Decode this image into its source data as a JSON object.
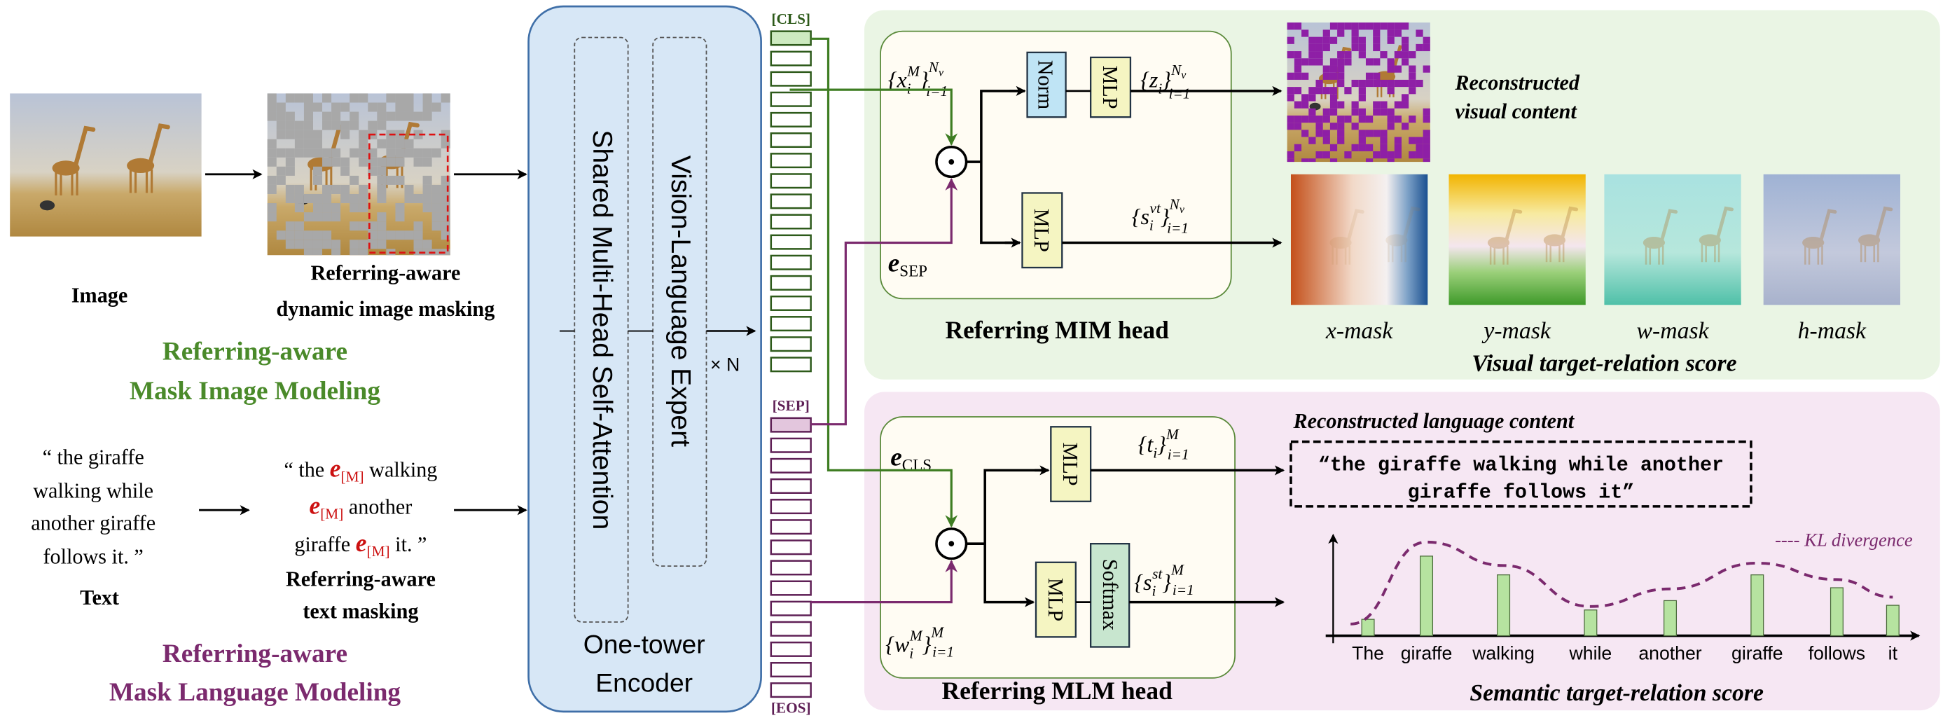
{
  "left": {
    "image_label": "Image",
    "masked_image_label": [
      "Referring-aware",
      "dynamic image masking"
    ],
    "mim_title": [
      "Referring-aware",
      "Mask Image Modeling"
    ],
    "text_lines": [
      "“ the giraffe",
      "walking while",
      "another giraffe",
      "follows it. ”"
    ],
    "text_label": "Text",
    "masked_text": {
      "l1a": "“ the ",
      "l1b": " walking",
      "l2b": " another",
      "l3a": "giraffe ",
      "l3b": " it. ”",
      "token": "e",
      "token_sub": "[M]"
    },
    "masked_text_label": [
      "Referring-aware",
      "text masking"
    ],
    "mlm_title": [
      "Referring-aware",
      "Mask Language Modeling"
    ]
  },
  "encoder": {
    "attention": "Shared Multi-Head Self-Attention",
    "expert": "Vision-Language Expert",
    "repeat": "× N",
    "title": [
      "One-tower",
      "Encoder"
    ]
  },
  "tokens": {
    "cls": "[CLS]",
    "sep": "[SEP]",
    "eos": "[EOS]"
  },
  "mim_head": {
    "title": "Referring MIM head",
    "norm": "Norm",
    "mlp": "MLP",
    "x_in": {
      "var": "x",
      "sub": "i",
      "sup": "M",
      "upper": "N",
      "upper_sub": "v",
      "lower": "i=1"
    },
    "z_out": {
      "var": "z",
      "sub": "i",
      "upper": "N",
      "upper_sub": "v",
      "lower": "i=1"
    },
    "s_out": {
      "var": "s",
      "sub": "i",
      "sup": "vt",
      "upper": "N",
      "upper_sub": "v",
      "lower": "i=1"
    },
    "e_sep": {
      "var": "e",
      "sub": "SEP"
    },
    "odot": "⊙"
  },
  "visual": {
    "reconstructed": [
      "Reconstructed",
      "visual content"
    ],
    "masks": [
      "x-mask",
      "y-mask",
      "w-mask",
      "h-mask"
    ],
    "score_title": "Visual target-relation score"
  },
  "mlm_head": {
    "title": "Referring MLM head",
    "mlp": "MLP",
    "softmax": "Softmax",
    "e_cls": {
      "var": "e",
      "sub": "CLS"
    },
    "t_out": {
      "var": "t",
      "sub": "i",
      "upper": "M",
      "lower": "i=1"
    },
    "s_out": {
      "var": "s",
      "sub": "i",
      "sup": "st",
      "upper": "M",
      "lower": "i=1"
    },
    "w_in": {
      "var": "w",
      "sub": "i",
      "sup": "M",
      "upper": "M",
      "lower": "i=1"
    },
    "odot": "⊙"
  },
  "language": {
    "reconstructed_title": "Reconstructed language content",
    "sentence": [
      "“the giraffe walking while another",
      "giraffe follows it”"
    ]
  },
  "chart_data": {
    "type": "bar",
    "title": "Semantic target-relation score",
    "categories": [
      "The",
      "giraffe",
      "walking",
      "while",
      "another",
      "giraffe",
      "follows",
      "it"
    ],
    "values": [
      14,
      68,
      52,
      22,
      30,
      52,
      41,
      26
    ],
    "ylim": [
      0,
      85
    ],
    "legend": "---- KL divergence",
    "legend_placement": "top-right",
    "curve": [
      10,
      80,
      60,
      25,
      40,
      62,
      48,
      33
    ],
    "bar_color": "#b6e3a0",
    "curve_color": "#7b2a6e"
  },
  "colors": {
    "green": "#4a8a2a",
    "purple": "#7b2a6e",
    "encoder": "#d7e7f6",
    "mim_panel": "#eaf5e4",
    "mlm_panel": "#f6e7f3",
    "mask_token": "#cc1111"
  }
}
